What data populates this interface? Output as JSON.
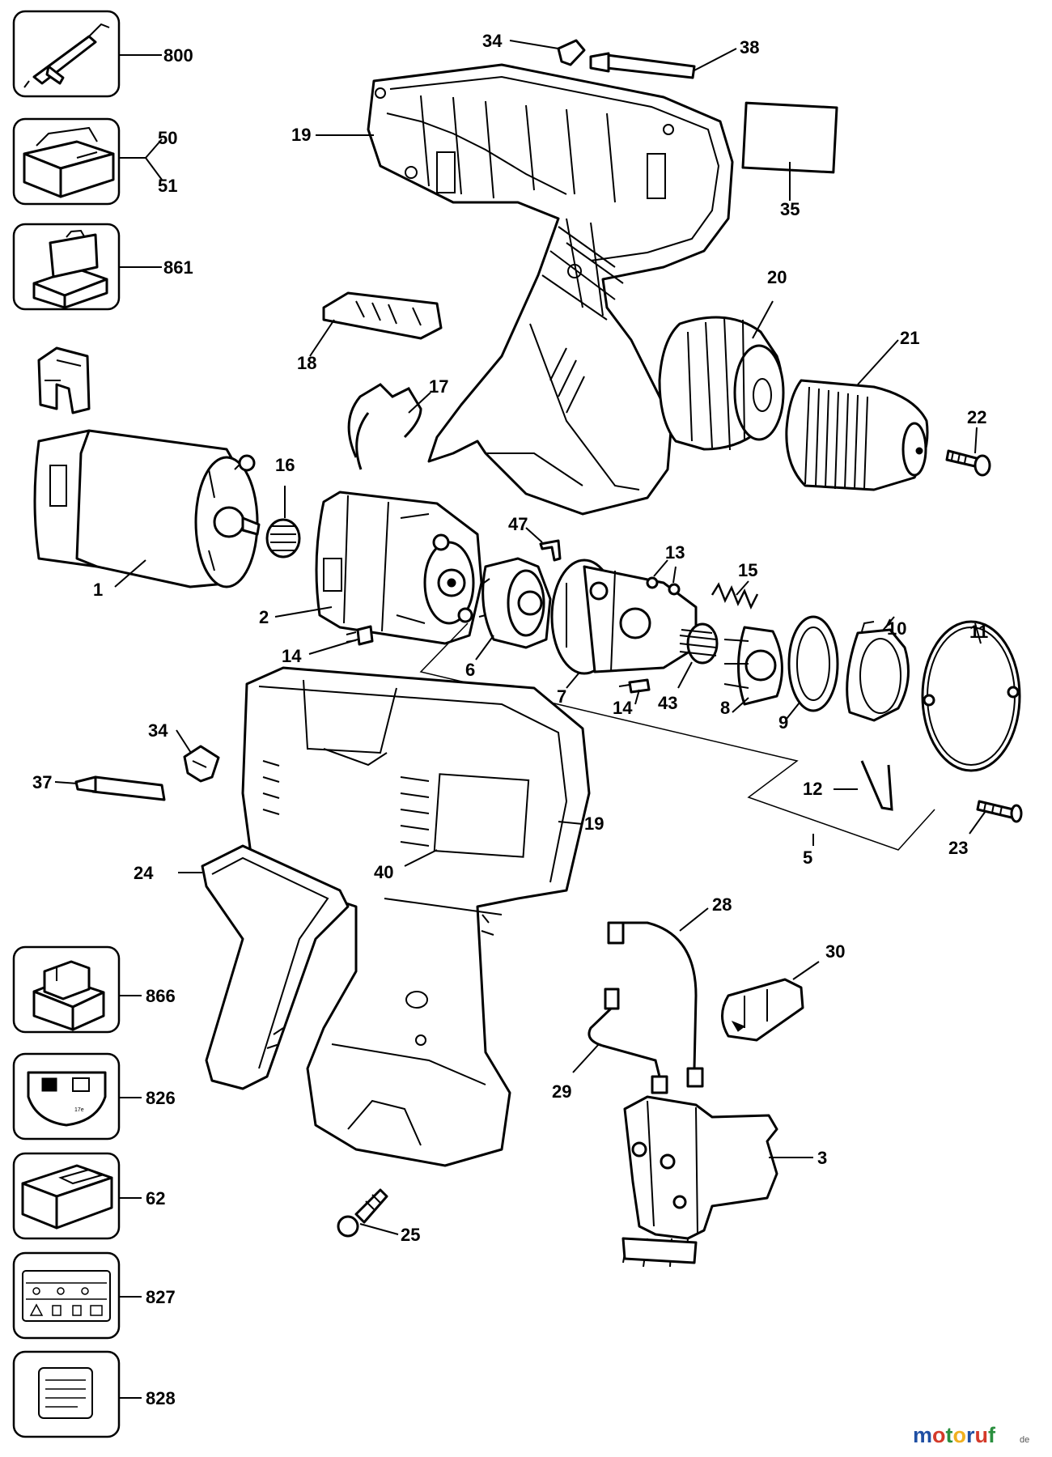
{
  "diagram": {
    "callouts": {
      "c800": "800",
      "c50": "50",
      "c51": "51",
      "c861": "861",
      "c866": "866",
      "c826": "826",
      "c62": "62",
      "c827": "827",
      "c828": "828",
      "c34a": "34",
      "c38": "38",
      "c19a": "19",
      "c35": "35",
      "c20": "20",
      "c21": "21",
      "c22": "22",
      "c18": "18",
      "c17": "17",
      "c16": "16",
      "c1": "1",
      "c2": "2",
      "c14a": "14",
      "c47": "47",
      "c13": "13",
      "c15": "15",
      "c6": "6",
      "c7": "7",
      "c14b": "14",
      "c43": "43",
      "c8": "8",
      "c9": "9",
      "c10": "10",
      "c11": "11",
      "c34b": "34",
      "c37": "37",
      "c12": "12",
      "c5": "5",
      "c23": "23",
      "c19b": "19",
      "c24": "24",
      "c40": "40",
      "c28": "28",
      "c30": "30",
      "c29": "29",
      "c3": "3",
      "c25": "25"
    },
    "box_text": {
      "b826": "17e"
    },
    "watermark": {
      "text": "motoruf",
      "suffix": "de",
      "colors": [
        "#1f4fa3",
        "#d43a2a",
        "#2a8f3e",
        "#f0b020",
        "#1f4fa3",
        "#d43a2a",
        "#2a8f3e"
      ]
    }
  }
}
